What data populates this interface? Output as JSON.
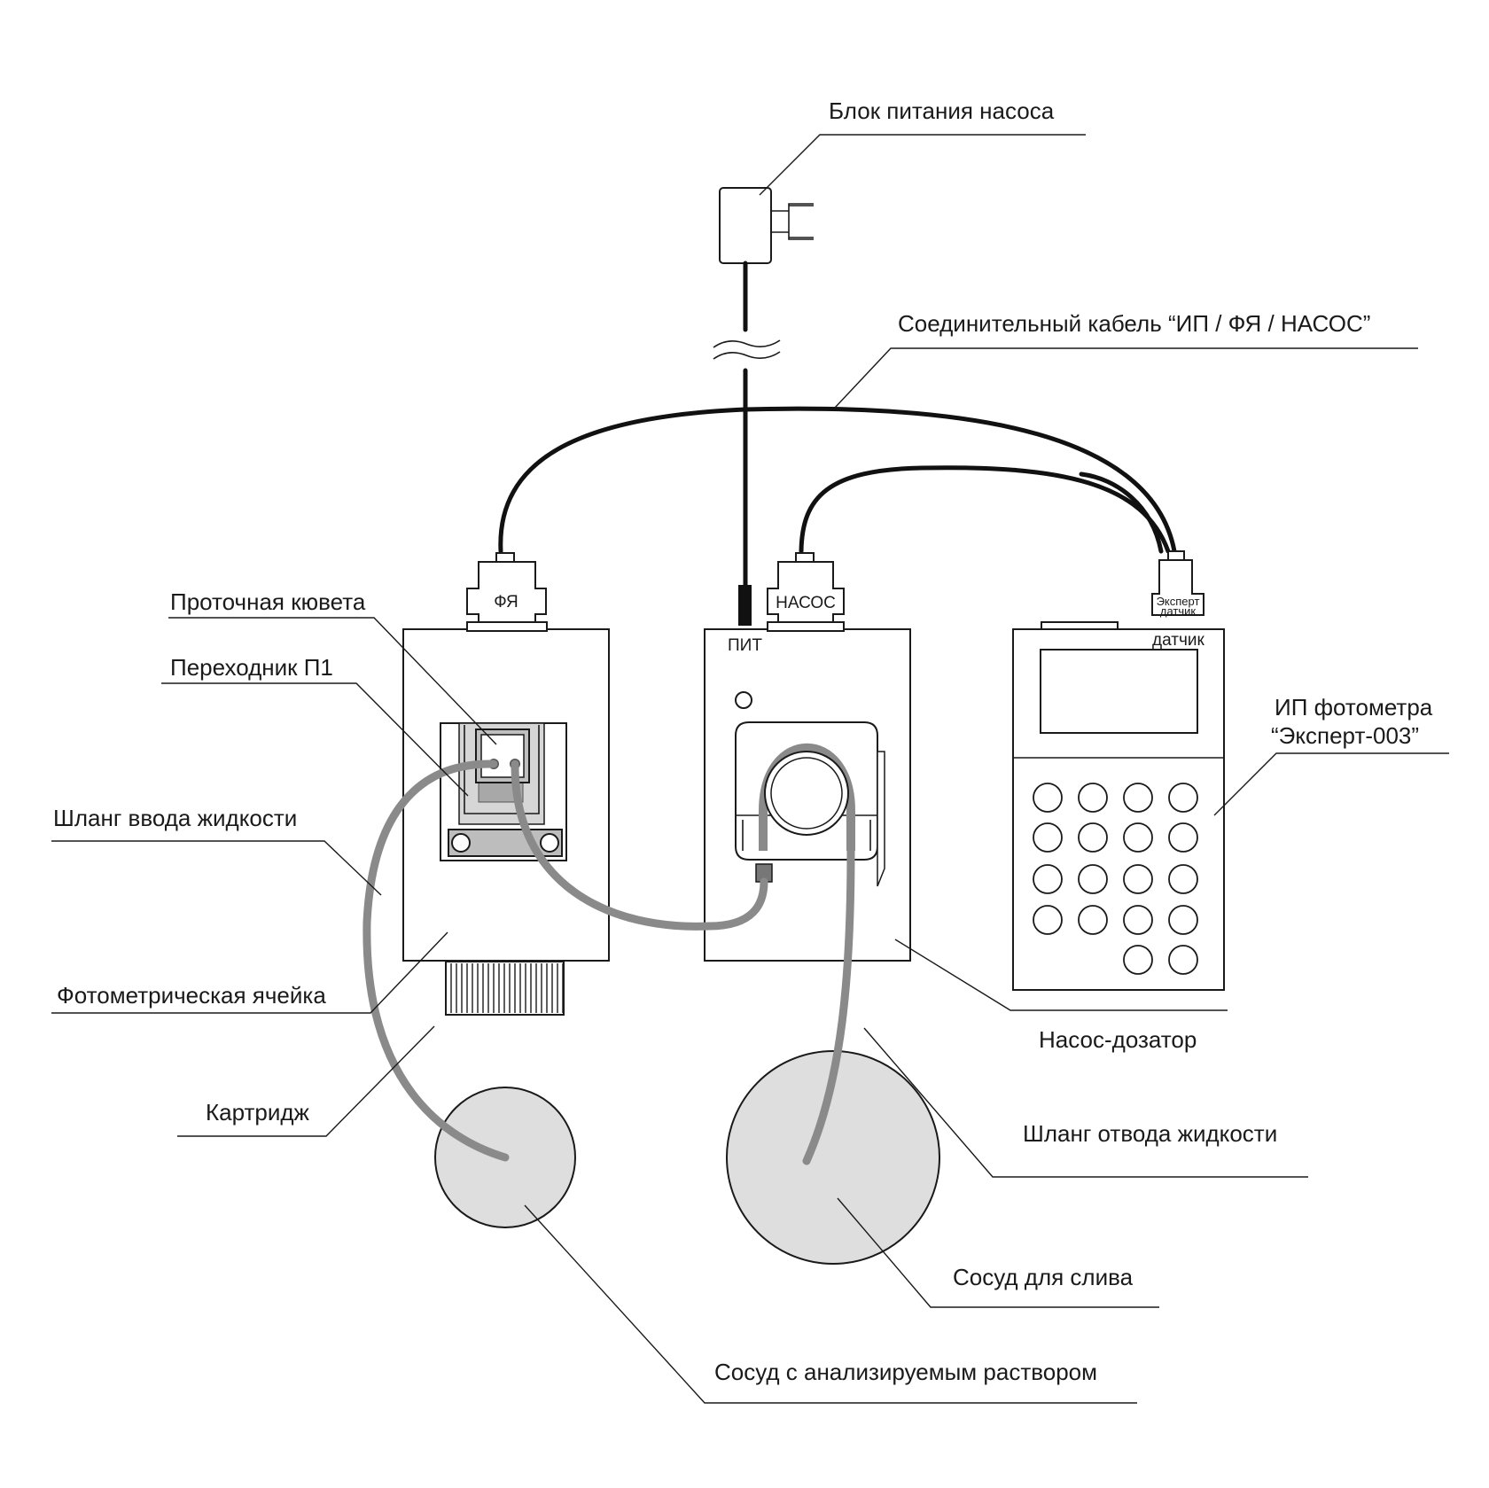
{
  "labels": {
    "pump_power_unit": "Блок питания насоса",
    "connecting_cable": "Соединительный кабель “ИП / ФЯ / НАСОС”",
    "flow_cuvette": "Проточная кювета",
    "adapter_p1": "Переходник П1",
    "inlet_hose": "Шланг ввода жидкости",
    "photometric_cell": "Фотометрическая ячейка",
    "cartridge": "Картридж",
    "photometer_ip_line1": "ИП фотометра",
    "photometer_ip_line2": "“Эксперт-003”",
    "dosing_pump": "Насос-дозатор",
    "outlet_hose": "Шланг отвода жидкости",
    "drain_vessel": "Сосуд для слива",
    "sample_vessel": "Сосуд с анализируемым раствором"
  },
  "connectors": {
    "fya": "ФЯ",
    "nasos": "НАСОС",
    "pit": "ПИТ",
    "expert_line1": "Эксперт",
    "expert_line2": "датчик",
    "datchik": "датчик"
  }
}
